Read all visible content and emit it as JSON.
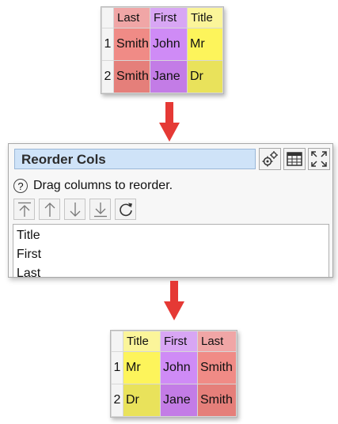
{
  "top_table": {
    "headers": [
      "Last",
      "First",
      "Title"
    ],
    "rows": [
      {
        "num": "1",
        "cells": [
          "Smith",
          "John",
          "Mr"
        ]
      },
      {
        "num": "2",
        "cells": [
          "Smith",
          "Jane",
          "Dr"
        ]
      }
    ]
  },
  "dialog": {
    "title": "Reorder Cols",
    "help_text": "Drag columns to reorder.",
    "help_icon": "?",
    "toolbar_icons": [
      "gears-icon",
      "table-icon",
      "expand-icon"
    ],
    "move_buttons": [
      "move-to-top-icon",
      "move-up-icon",
      "move-down-icon",
      "move-to-bottom-icon",
      "reset-icon"
    ],
    "columns": [
      "Title",
      "First",
      "Last"
    ]
  },
  "bottom_table": {
    "headers": [
      "Title",
      "First",
      "Last"
    ],
    "rows": [
      {
        "num": "1",
        "cells": [
          "Mr",
          "John",
          "Smith"
        ]
      },
      {
        "num": "2",
        "cells": [
          "Dr",
          "Jane",
          "Smith"
        ]
      }
    ]
  },
  "colors": {
    "arrow": "#e53935",
    "title_box": "#cfe3f8",
    "last_column": "#f08b86",
    "first_column": "#cf8bf6",
    "title_column": "#fdf45b"
  }
}
